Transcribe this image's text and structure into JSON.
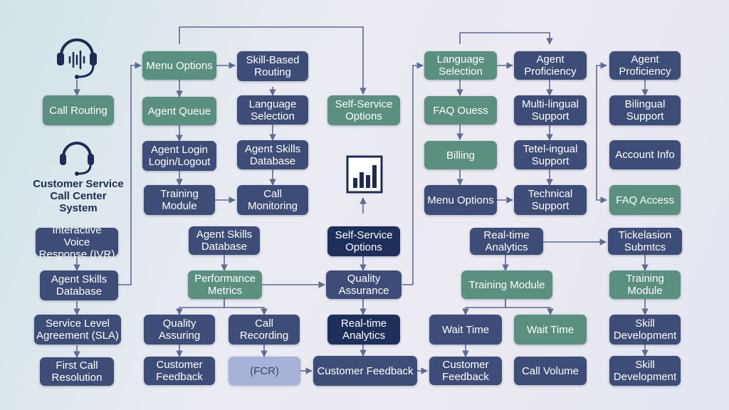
{
  "diagram": {
    "title": "Customer Service\nCall Center\nSystem",
    "icons": [
      "headset-waveform-icon",
      "headset-icon",
      "bar-chart-icon"
    ],
    "nodes": {
      "call_routing": "Call Routing",
      "ivr": "Interactive Voice\nResponse (IVR)",
      "agent_skills_db_left": "Agent Skills\nDatabase",
      "sla": "Service Level\nAgreement (SLA)",
      "first_call_resolution": "First Call\nResolution",
      "menu_options_1": "Menu Options",
      "agent_queue": "Agent Queue",
      "agent_login": "Agent Login\nLogin/Logout",
      "training_module_1": "Training\nModule",
      "skill_based_routing": "Skill-Based\nRouting",
      "language_selection_1": "Language\nSelection",
      "agent_skills_db_2": "Agent Skills\nDatabase",
      "call_monitoring": "Call\nMonitoring",
      "agent_skills_db_3": "Agent Skills\nDatabase",
      "performance_metrics": "Performance\nMetrics",
      "quality_assuring": "Quality\nAssuring",
      "call_recording": "Call\nRecording",
      "customer_feedback_1": "Customer\nFeedback",
      "fcr": "(FCR)",
      "self_service_1": "Self-Service\nOptions",
      "self_service_2": "Self-Service\nOptions",
      "quality_assurance": "Quality\nAssurance",
      "realtime_analytics_1": "Real-time\nAnalytics",
      "customer_feedback_2": "Customer Feedback",
      "language_selection_2": "Language\nSelection",
      "faq_ouess": "FAQ Ouess",
      "billing": "Billing",
      "menu_options_2": "Menu Options",
      "agent_proficiency_1": "Agent\nProficiency",
      "multilingual_support": "Multi-lingual\nSupport",
      "tetel_ingual_support": "Tetel-ingual\nSupport",
      "technical_support": "Technical\nSupport",
      "realtime_analytics_2": "Real-time\nAnalytics",
      "training_module_2": "Training Module",
      "wait_time_1": "Wait Time",
      "wait_time_2": "Wait Time",
      "customer_feedback_3": "Customer\nFeedback",
      "call_volume": "Call Volume",
      "agent_proficiency_2": "Agent\nProficiency",
      "bilingual_support": "Bilingual\nSupport",
      "account_info": "Account Info",
      "faq_access": "FAQ Access",
      "ticket_submits": "Tickelasion\nSubmtcs",
      "training_module_3": "Training\nModule",
      "skill_development_1": "Skill\nDevelopment",
      "skill_development_2": "Skill\nDevelopment"
    },
    "colors": {
      "navy": "#3e4d78",
      "dark_navy": "#1f2f5c",
      "teal": "#5b8f80",
      "lavender": "#a7b3d6",
      "connector": "#5f6b8f"
    }
  }
}
